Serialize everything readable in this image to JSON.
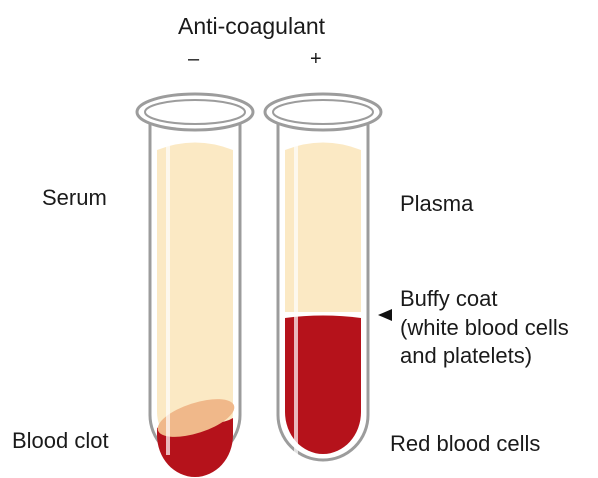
{
  "title": "Anti-coagulant",
  "tubes": {
    "left_sign": "–",
    "right_sign": "+"
  },
  "labels": {
    "serum": "Serum",
    "blood_clot": "Blood clot",
    "plasma": "Plasma",
    "buffy_line1": "Buffy coat",
    "buffy_line2": "(white blood cells",
    "buffy_line3": "and platelets)",
    "red_blood_cells": "Red blood cells"
  },
  "colors": {
    "serum_plasma": "#fbe9c4",
    "blood": "#b5121b",
    "clot_highlight": "#f0b88a",
    "tube_outline": "#9c9c9c"
  }
}
